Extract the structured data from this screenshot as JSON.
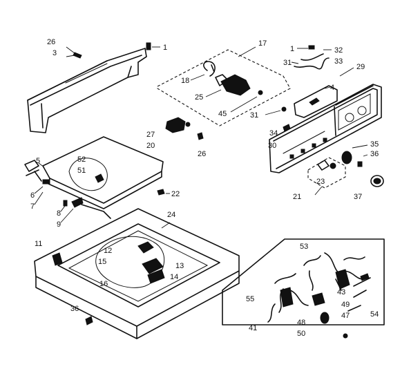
{
  "callouts": [
    {
      "id": "c26a",
      "text": "26"
    },
    {
      "id": "c3",
      "text": "3"
    },
    {
      "id": "c1a",
      "text": "1"
    },
    {
      "id": "c17",
      "text": "17"
    },
    {
      "id": "c1b",
      "text": "1"
    },
    {
      "id": "c32",
      "text": "32"
    },
    {
      "id": "c31a",
      "text": "31"
    },
    {
      "id": "c33",
      "text": "33"
    },
    {
      "id": "c29",
      "text": "29"
    },
    {
      "id": "c4",
      "text": "4"
    },
    {
      "id": "c18",
      "text": "18"
    },
    {
      "id": "c25",
      "text": "25"
    },
    {
      "id": "c45",
      "text": "45"
    },
    {
      "id": "c31b",
      "text": "31"
    },
    {
      "id": "c27",
      "text": "27"
    },
    {
      "id": "c20",
      "text": "20"
    },
    {
      "id": "c26b",
      "text": "26"
    },
    {
      "id": "c34",
      "text": "34"
    },
    {
      "id": "c30",
      "text": "30"
    },
    {
      "id": "c35",
      "text": "35"
    },
    {
      "id": "c36a",
      "text": "36"
    },
    {
      "id": "c5",
      "text": "5"
    },
    {
      "id": "c52",
      "text": "52"
    },
    {
      "id": "c51",
      "text": "51"
    },
    {
      "id": "c6",
      "text": "6"
    },
    {
      "id": "c7",
      "text": "7"
    },
    {
      "id": "c22",
      "text": "22"
    },
    {
      "id": "c23",
      "text": "23"
    },
    {
      "id": "c21",
      "text": "21"
    },
    {
      "id": "c37",
      "text": "37"
    },
    {
      "id": "c8",
      "text": "8"
    },
    {
      "id": "c9",
      "text": "9"
    },
    {
      "id": "c24",
      "text": "24"
    },
    {
      "id": "c11",
      "text": "11"
    },
    {
      "id": "c12",
      "text": "12"
    },
    {
      "id": "c15",
      "text": "15"
    },
    {
      "id": "c13",
      "text": "13"
    },
    {
      "id": "c14",
      "text": "14"
    },
    {
      "id": "c16",
      "text": "16"
    },
    {
      "id": "c53",
      "text": "53"
    },
    {
      "id": "c43",
      "text": "43"
    },
    {
      "id": "c55",
      "text": "55"
    },
    {
      "id": "c49",
      "text": "49"
    },
    {
      "id": "c47",
      "text": "47"
    },
    {
      "id": "c54",
      "text": "54"
    },
    {
      "id": "c41",
      "text": "41"
    },
    {
      "id": "c48",
      "text": "48"
    },
    {
      "id": "c50",
      "text": "50"
    },
    {
      "id": "c36b",
      "text": "36"
    }
  ]
}
